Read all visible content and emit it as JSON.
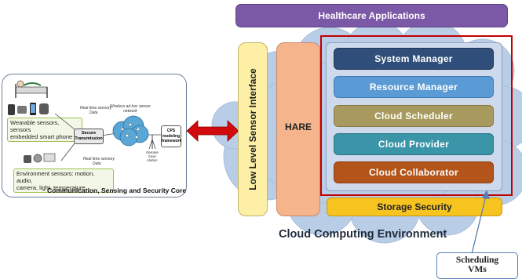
{
  "left_panel": {
    "stream_top": [
      "Real time sensory",
      "Data"
    ],
    "stream_bottom": [
      "Real time sensory",
      "Data"
    ],
    "wearable_label": [
      "Wearable sensors, sensors",
      "embedded smart phone"
    ],
    "environment_label": [
      "Environment sensors: motion, audio,",
      "camera, light, temperature..."
    ],
    "secure_transmission": [
      "Secure",
      "Transmission"
    ],
    "adhoc_label": [
      "Wireless ad hoc sensor",
      "network"
    ],
    "base_station": [
      "Remote",
      "base",
      "station"
    ],
    "cps_box": [
      "CPS",
      "modeling",
      "framework"
    ],
    "core_title": "Communication, Sensing and Security Core"
  },
  "healthcare": "Healthcare Applications",
  "low_level": "Low Level Sensor Interface",
  "hare": "HARE",
  "layers": [
    {
      "label": "System Manager",
      "color": "#2f4f7a"
    },
    {
      "label": "Resource Manager",
      "color": "#5b9bd5"
    },
    {
      "label": "Cloud Scheduler",
      "color": "#a89a5e"
    },
    {
      "label": "Cloud Provider",
      "color": "#3a95a8"
    },
    {
      "label": "Cloud Collaborator",
      "color": "#b3551a"
    }
  ],
  "storage_security": "Storage Security",
  "cloud_env": "Cloud Computing Environment",
  "callout": [
    "Scheduling",
    "VMs"
  ]
}
